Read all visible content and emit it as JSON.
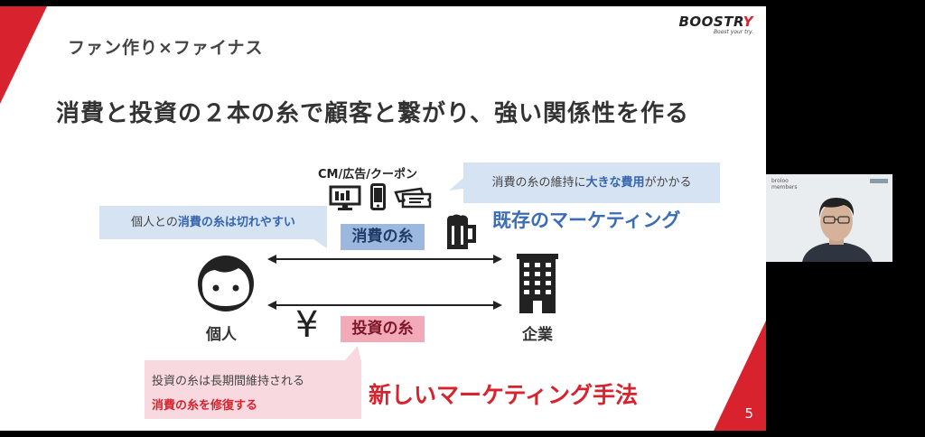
{
  "slide": {
    "section_title": "ファン作り×ファイナス",
    "heading": "消費と投資の２本の糸で顧客と繋がり、強い関係性を作る",
    "logo": {
      "name_main": "BOOSTR",
      "name_accent": "Y",
      "tagline": "Boost your try."
    },
    "page_number": "5",
    "media_label": "CM/広告/クーポン",
    "callout_cost": {
      "prefix": "消費の糸の維持に",
      "emphasis": "大きな費用",
      "suffix": "がかかる"
    },
    "existing_marketing": "既存のマーケティング",
    "callout_consumption": {
      "prefix": "個人との",
      "emphasis": "消費の糸は切れやすい"
    },
    "consumption_thread": "消費の糸",
    "investment_thread": "投資の糸",
    "individual_label": "個人",
    "company_label": "企業",
    "yen_symbol": "¥",
    "callout_investment": {
      "line1": "投資の糸は長期間維持される",
      "line2": "消費の糸を修復する"
    },
    "new_marketing": "新しいマーケティング手法",
    "icons": [
      "monitor-icon",
      "smartphone-icon",
      "ticket-icon",
      "beer-mug-icon",
      "person-icon",
      "office-building-icon",
      "double-arrow-icon"
    ],
    "colors": {
      "accent_red": "#d8232e",
      "accent_blue": "#3b6db4",
      "callout_blue": "#d6e3f3",
      "callout_pink": "#f8d9df"
    }
  },
  "webcam": {
    "label": "broloo members"
  }
}
